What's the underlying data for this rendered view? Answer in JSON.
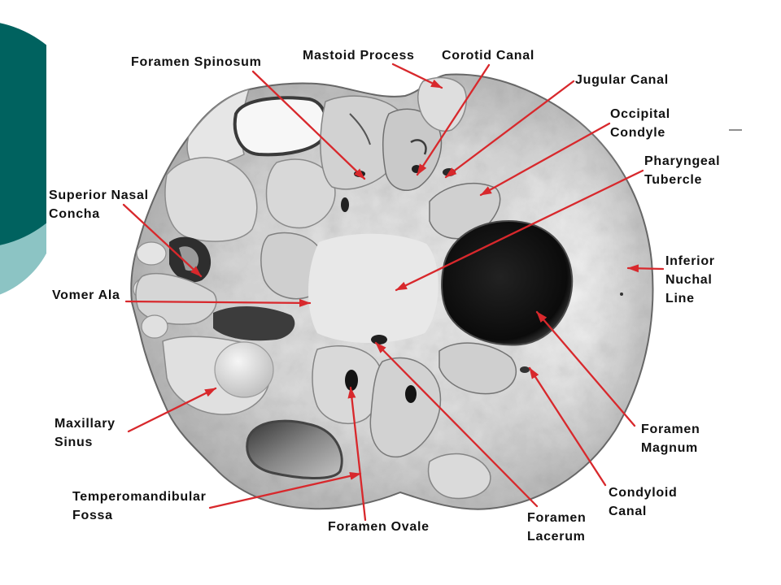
{
  "colors": {
    "arrow": "#d8282c",
    "accent_dark": "#00625f",
    "accent_light": "#8cc4c4",
    "text": "#111111"
  },
  "labels": {
    "foramen_spinosum": [
      "Foramen Spinosum"
    ],
    "mastoid_process": [
      "Mastoid Process"
    ],
    "corotid_canal": [
      "Corotid Canal"
    ],
    "jugular_canal": [
      "Jugular Canal"
    ],
    "occipital_condyle": [
      "Occipital",
      "Condyle"
    ],
    "pharyngeal_tubercle": [
      "Pharyngeal",
      "Tubercle"
    ],
    "superior_nasal_concha": [
      "Superior Nasal",
      "Concha"
    ],
    "inferior_nuchal_line": [
      "Inferior",
      "Nuchal",
      "Line"
    ],
    "vomer_ala": [
      "Vomer Ala"
    ],
    "maxillary_sinus": [
      "Maxillary",
      "Sinus"
    ],
    "foramen_magnum": [
      "Foramen",
      "Magnum"
    ],
    "condyloid_canal": [
      "Condyloid",
      "Canal"
    ],
    "temperomandibular_fossa": [
      "Temperomandibular",
      "Fossa"
    ],
    "foramen_lacerum": [
      "Foramen",
      "Lacerum"
    ],
    "foramen_ovale": [
      "Foramen Ovale"
    ]
  }
}
